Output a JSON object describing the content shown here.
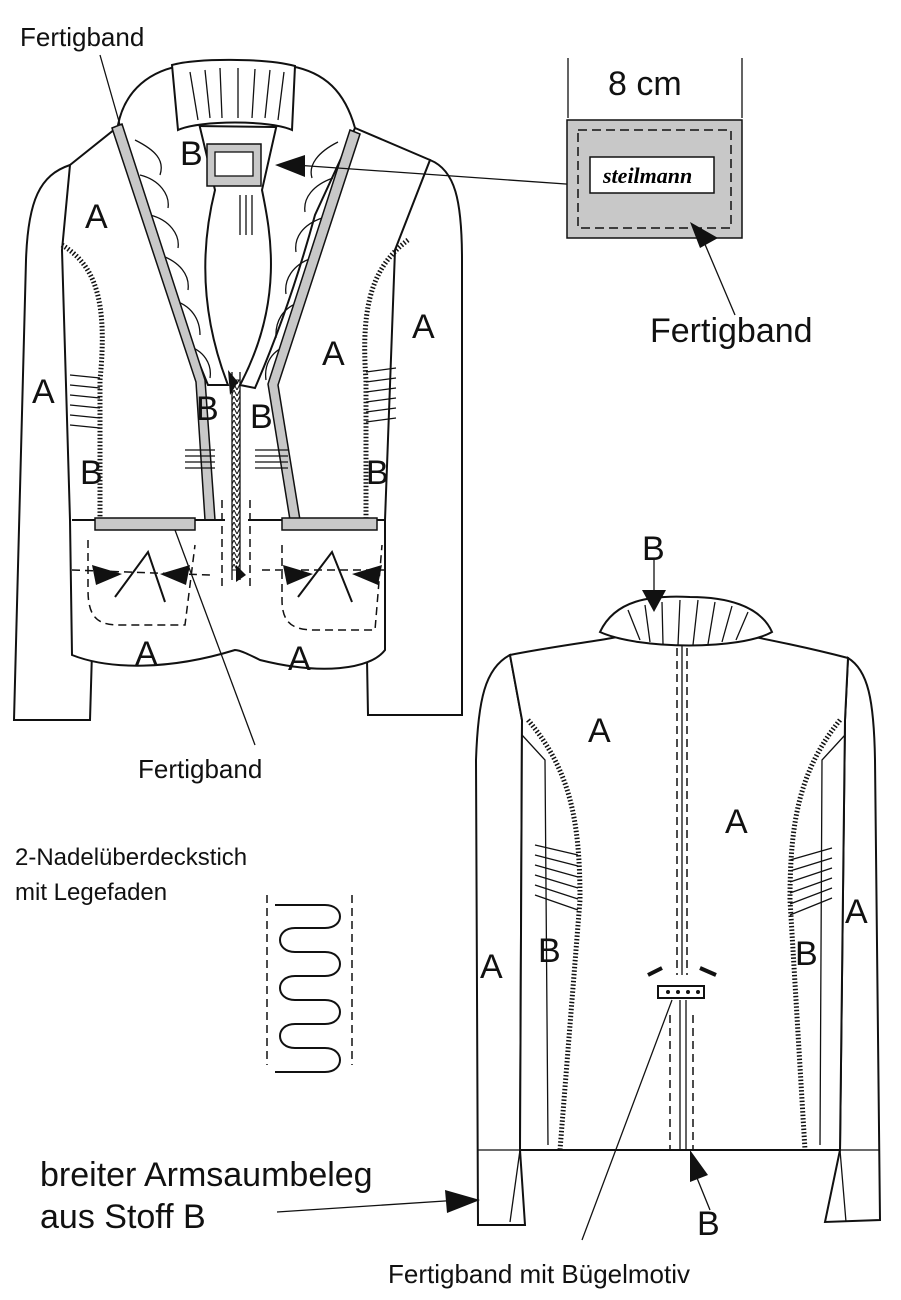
{
  "labels": {
    "fertigband_top": "Fertigband",
    "measurement": "8 cm",
    "fertigband_right": "Fertigband",
    "fertigband_bottom": "Fertigband",
    "stitch_line1": "2-Nadelüberdeckstich",
    "stitch_line2": "mit Legefaden",
    "armhem_line1": "breiter Armsaumbeleg",
    "armhem_line2": "aus Stoff B",
    "back_fertigband": "Fertigband mit Bügelmotiv",
    "label_brand": "steilmann"
  },
  "fabric": {
    "a": "A",
    "b": "B"
  },
  "colors": {
    "band_fill": "#c8c8c8",
    "line": "#111111"
  }
}
